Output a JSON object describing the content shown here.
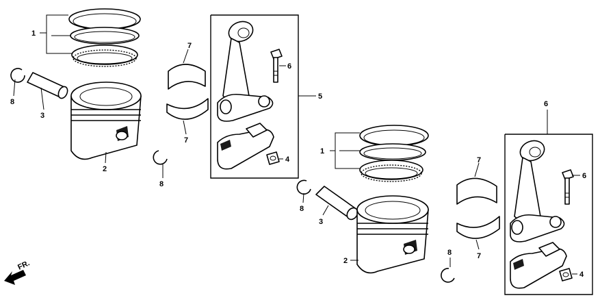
{
  "callouts": {
    "ring_set_a": "1",
    "piston_a": "2",
    "pin_a": "3",
    "clip_a": "8",
    "clip_b": "8",
    "bearing_a_top": "7",
    "bearing_a_bottom": "7",
    "bolt_a": "6",
    "rod_assy_a": "5",
    "nut_a": "4",
    "ring_set_b": "1",
    "piston_b": "2",
    "pin_b": "3",
    "clip_c": "8",
    "clip_d": "8",
    "bearing_b_top": "7",
    "bearing_b_bottom": "7",
    "bolt_b": "6",
    "rod_assy_b": "6",
    "nut_b": "4"
  },
  "direction_marker": "FR."
}
